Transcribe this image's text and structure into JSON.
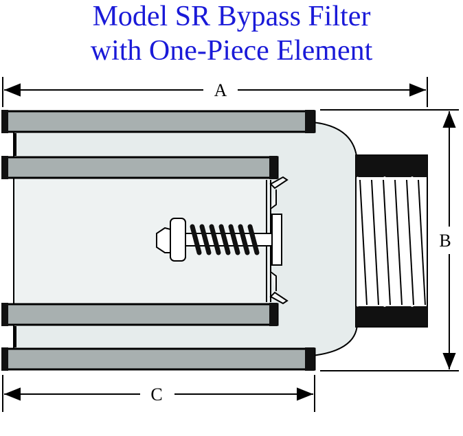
{
  "title": {
    "line1": "Model SR Bypass Filter",
    "line2": "with One-Piece Element"
  },
  "dimensions": {
    "a": "A",
    "b": "B",
    "c": "C"
  },
  "colors": {
    "title": "#1a1ad8",
    "body_fill": "#e6ecec",
    "rod_fill": "#a8b0b0",
    "outline": "#000000"
  }
}
